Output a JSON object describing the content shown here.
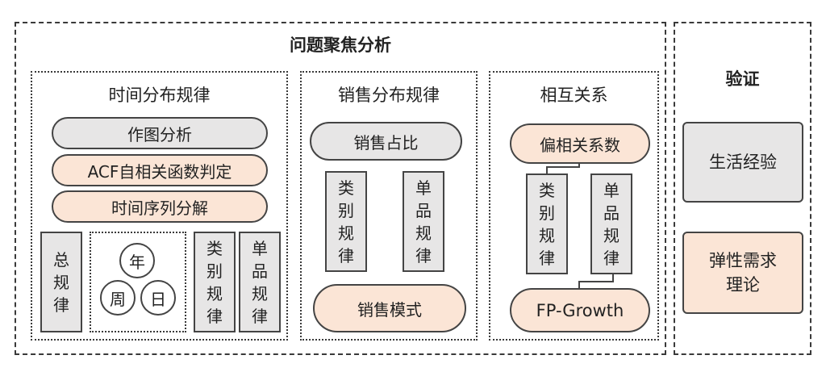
{
  "main_title": "问题聚焦分析",
  "verify_title": "验证",
  "time_panel": {
    "title": "时间分布规律",
    "plot_analysis": "作图分析",
    "acf": "ACF自相关函数判定",
    "decompose": "时间序列分解",
    "overall_rule": "总规律",
    "year": "年",
    "week": "周",
    "day": "日",
    "category_rule": "类别规律",
    "single_rule": "单品规律"
  },
  "sales_panel": {
    "title": "销售分布规律",
    "share": "销售占比",
    "category_rule": "类别规律",
    "single_rule": "单品规律",
    "mode": "销售模式"
  },
  "relation_panel": {
    "title": "相互关系",
    "partial_corr": "偏相关系数",
    "category_rule": "类别规律",
    "single_rule": "单品规律",
    "fp_growth": "FP-Growth"
  },
  "verify": {
    "life_experience": "生活经验",
    "elasticity": "弹性需求理论"
  }
}
